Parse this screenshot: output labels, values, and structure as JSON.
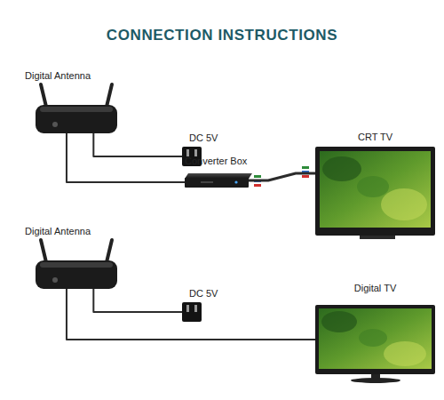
{
  "diagram": {
    "title": "CONNECTION INSTRUCTIONS",
    "nodes": [
      {
        "text": [
          "Digital Antenna"
        ]
      },
      {
        "text": [
          "DC 5V"
        ]
      },
      {
        "text": [
          "Converter Box"
        ]
      },
      {
        "text": [
          "CRT TV"
        ]
      },
      {
        "text": [
          "Digital Antenna"
        ]
      },
      {
        "text": [
          "DC 5V"
        ]
      },
      {
        "text": [
          "Digital TV"
        ]
      }
    ],
    "edges": [
      {
        "from": 0,
        "to": 1,
        "arrow": "none"
      },
      {
        "from": 0,
        "to": 2,
        "arrow": "none"
      },
      {
        "from": 2,
        "to": 3,
        "arrow": "none"
      },
      {
        "from": 4,
        "to": 5,
        "arrow": "none"
      },
      {
        "from": 4,
        "to": 6,
        "arrow": "none"
      }
    ]
  }
}
